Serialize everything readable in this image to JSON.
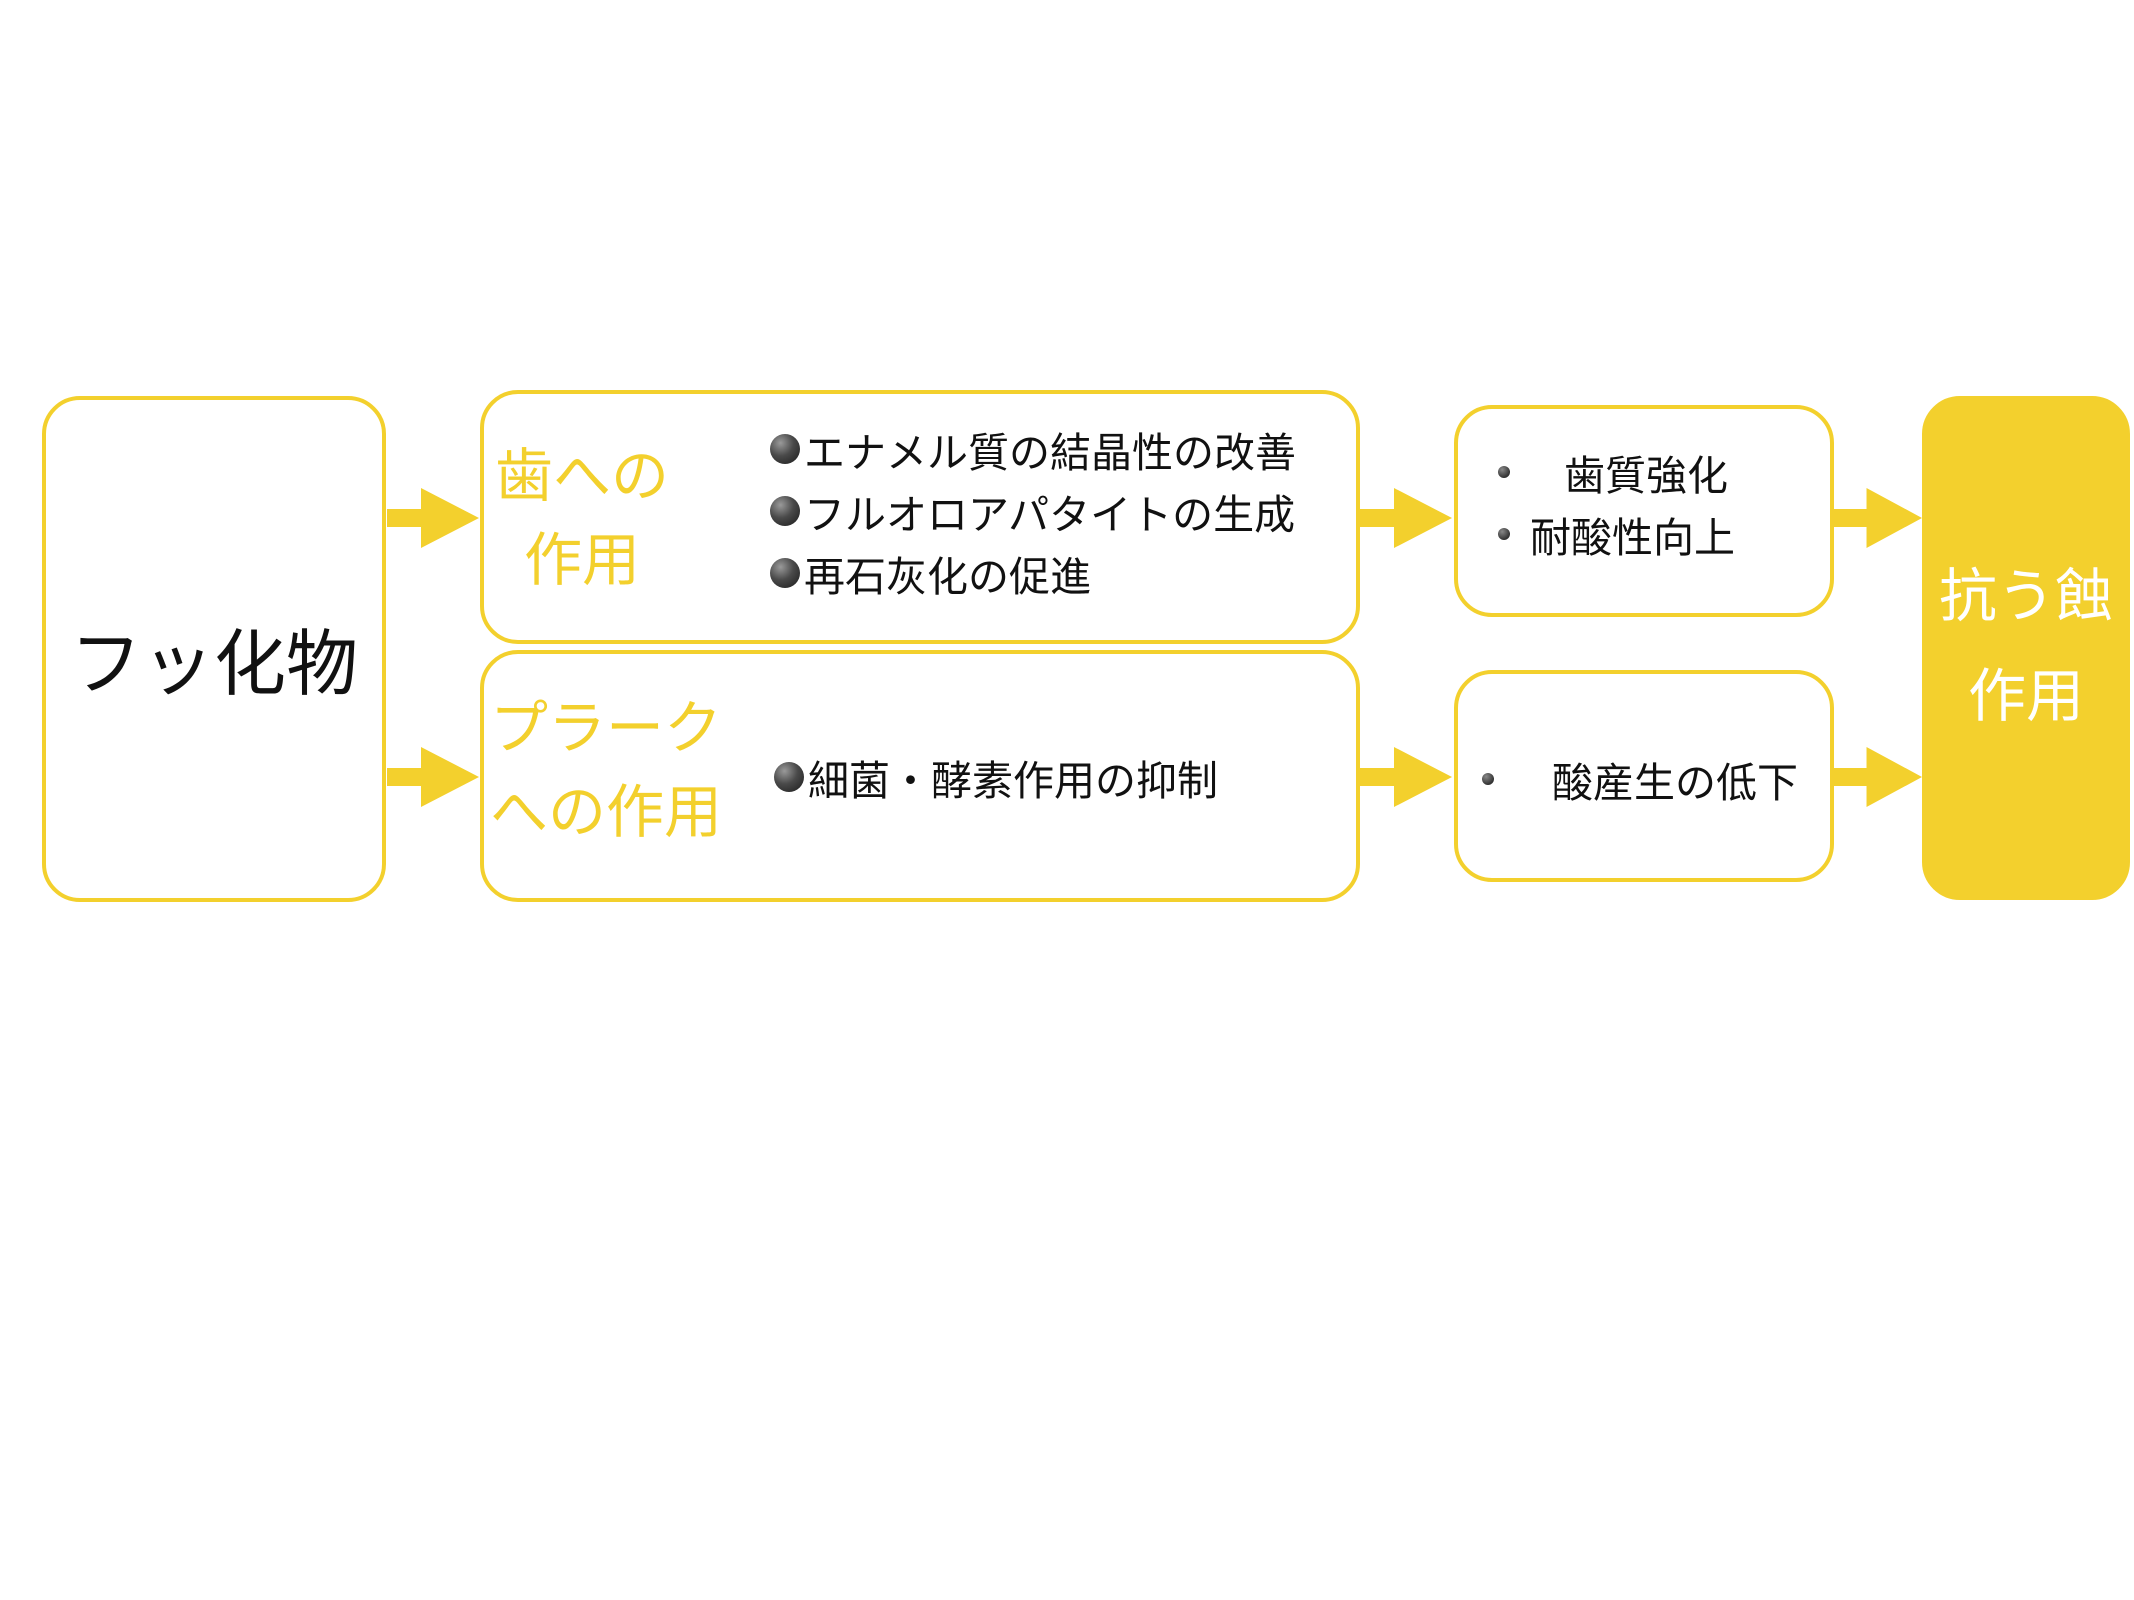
{
  "colors": {
    "accent": "#f3d02d",
    "text": "#111111",
    "white": "#ffffff"
  },
  "source": {
    "label": "フッ化物"
  },
  "tooth_action": {
    "title_line1": "歯への",
    "title_line2": "作用",
    "items": [
      "エナメル質の結晶性の改善",
      "フルオロアパタイトの生成",
      "再石灰化の促進"
    ]
  },
  "plaque_action": {
    "title_line1": "プラーク",
    "title_line2": "への作用",
    "items": [
      "細菌・酵素作用の抑制"
    ]
  },
  "tooth_result": {
    "items": [
      "歯質強化",
      "耐酸性向上"
    ]
  },
  "plaque_result": {
    "items": [
      "酸産生の低下"
    ]
  },
  "outcome": {
    "line1": "抗う蝕",
    "line2": "作用"
  }
}
